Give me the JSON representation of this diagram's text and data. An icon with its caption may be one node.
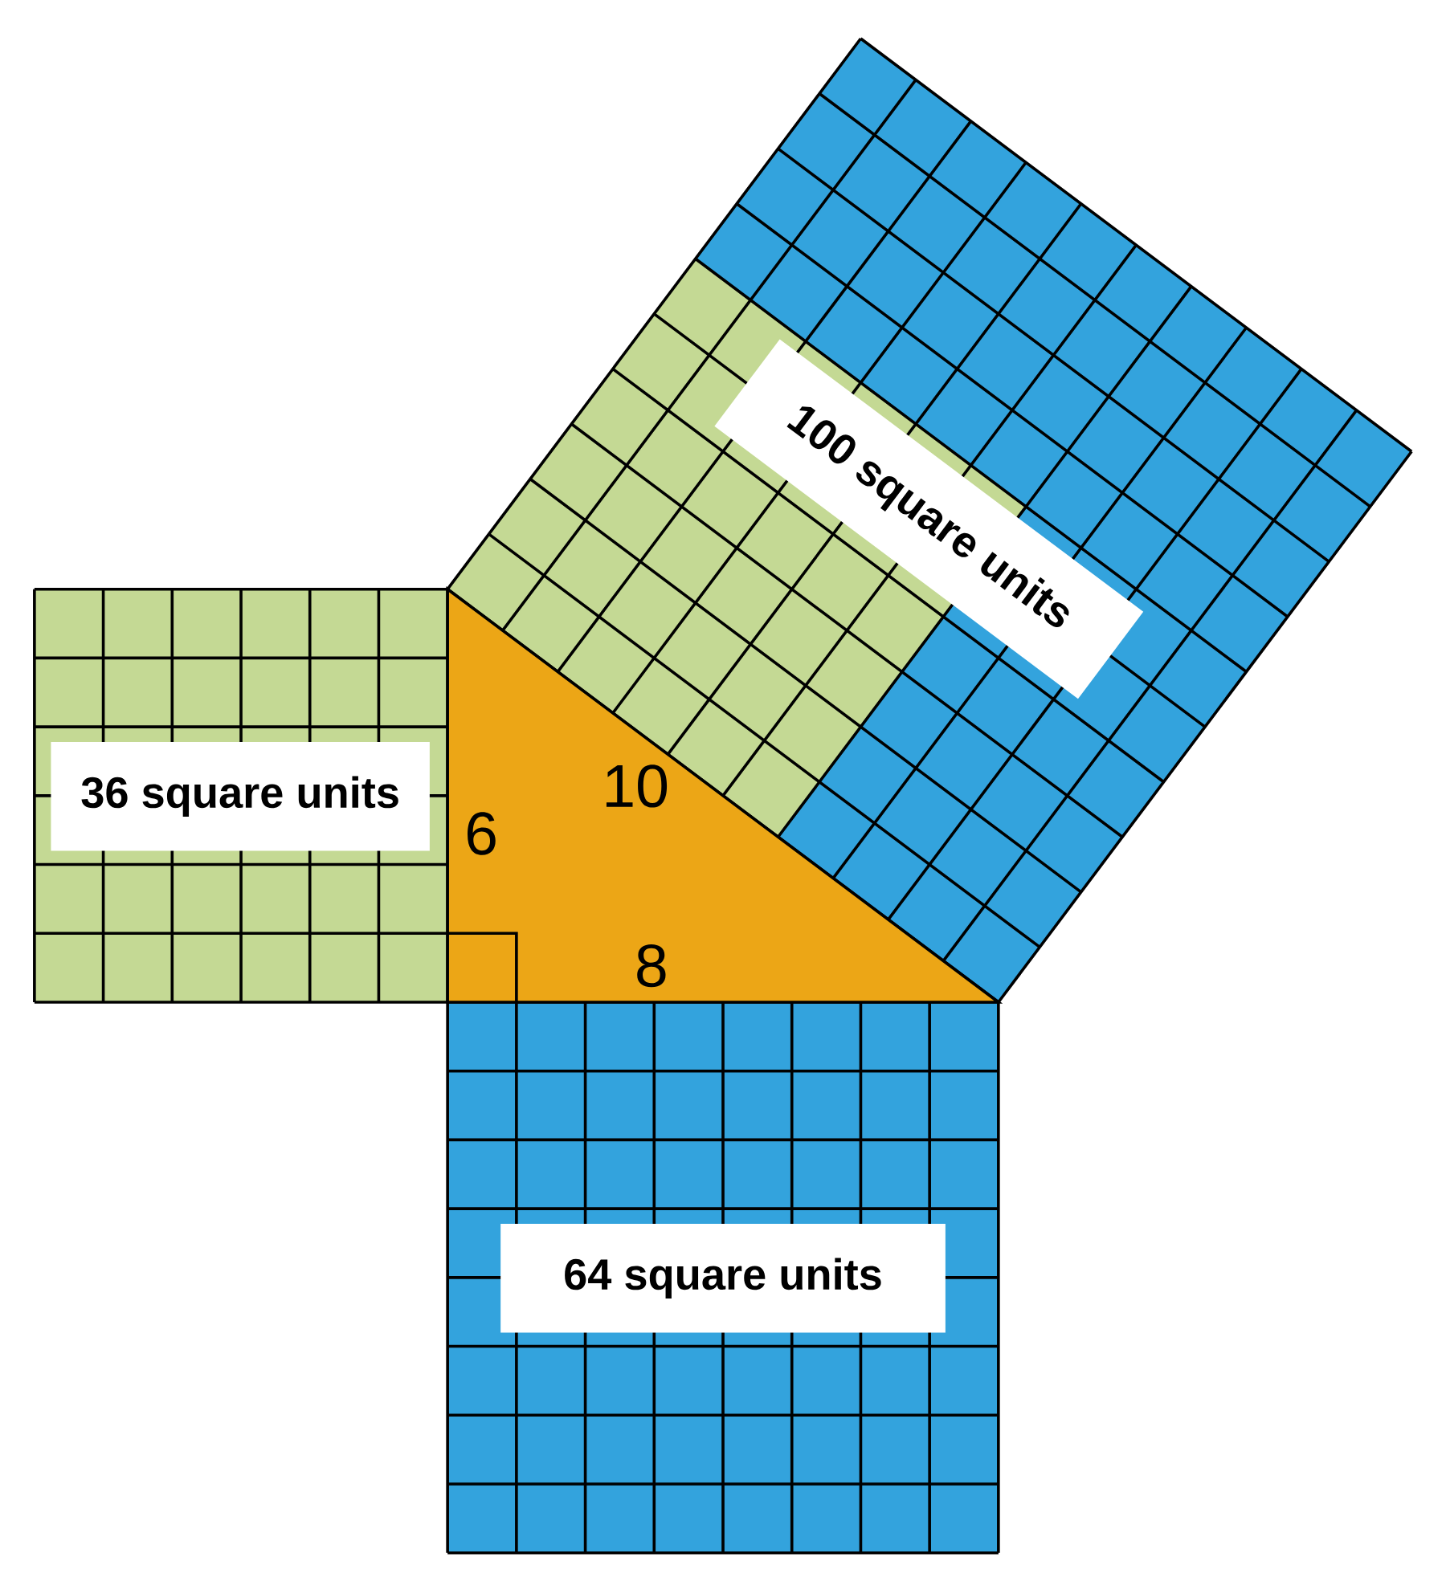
{
  "diagram": {
    "nodes": [
      {
        "text": [
          "100 square units"
        ]
      },
      {
        "text": [
          "36 square units"
        ]
      },
      {
        "text": [
          "64 square units"
        ]
      }
    ],
    "labels": [
      "10",
      "6",
      "8"
    ]
  }
}
